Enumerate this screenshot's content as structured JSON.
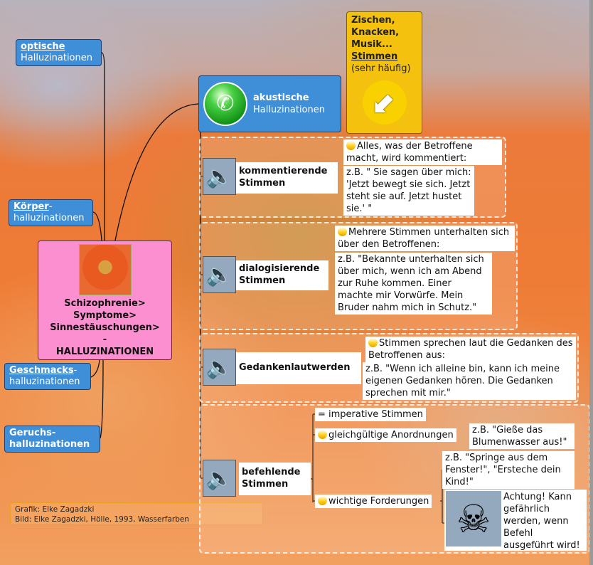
{
  "left": {
    "optische": {
      "bold": "optische",
      "rest": "Halluzinationen"
    },
    "koerper": {
      "bold": "Körper",
      "rest": "halluzinationen"
    },
    "geschmack": {
      "bold": "Geschmacks",
      "rest": "halluzinationen"
    },
    "geruch": {
      "line1": "Geruchs-",
      "line2": "halluzinationen"
    }
  },
  "center": {
    "l1": "Schizophrenie>",
    "l2": "Symptome>",
    "l3": "Sinnestäuschungen>",
    "l4": "-",
    "l5": "HALLUZINATIONEN"
  },
  "credits": {
    "l1": "Grafik: Elke Zagadzki",
    "l2": "Bild: Elke Zagadzki, Hölle, 1993, Wasserfarben"
  },
  "akustisch": {
    "l1": "akustische",
    "l2": "Halluzinationen"
  },
  "callout": {
    "l1": "Zischen,",
    "l2": "Knacken,",
    "l3": "Musik...",
    "l4": "Stimmen",
    "l5": "(sehr häufig)"
  },
  "branches": {
    "kommentierend": {
      "label1": "kommentierende",
      "label2": "Stimmen",
      "note": "Alles, was der Betroffene macht, wird kommentiert:",
      "example": "z.B. \" Sie sagen über mich: 'Jetzt bewegt sie sich. Jetzt steht sie auf. Jetzt hustet sie.' \""
    },
    "dialog": {
      "label1": "dialogisierende",
      "label2": "Stimmen",
      "note": "Mehrere Stimmen unterhalten sich über den Betroffenen:",
      "example": "z.B. \"Bekannte unterhalten sich über mich, wenn ich am Abend zur Ruhe kommen. Einer machte mir Vorwürfe. Mein Bruder nahm mich in Schutz.\""
    },
    "gedanken": {
      "label1": "Gedankenlautwerden",
      "note": "Stimmen sprechen laut die Gedanken des Betroffenen aus:",
      "example": "z.B. \"Wenn ich alleine bin, kann ich meine eigenen Gedanken hören. Die Gedanken sprechen mit mir.\""
    },
    "befehlend": {
      "label1": "befehlende",
      "label2": "Stimmen",
      "imperative": "= imperative Stimmen",
      "gleich": "gleichgültige Anordnungen",
      "gleich_ex": "z.B. \"Gieße das Blumenwasser aus!\"",
      "wichtig": "wichtige Forderungen",
      "wichtig_ex": "z.B. \"Springe aus dem Fenster!\", \"Ersteche dein Kind!\"",
      "warning": "Achtung! Kann gefährlich werden, wenn Befehl ausgeführt wird!"
    }
  }
}
